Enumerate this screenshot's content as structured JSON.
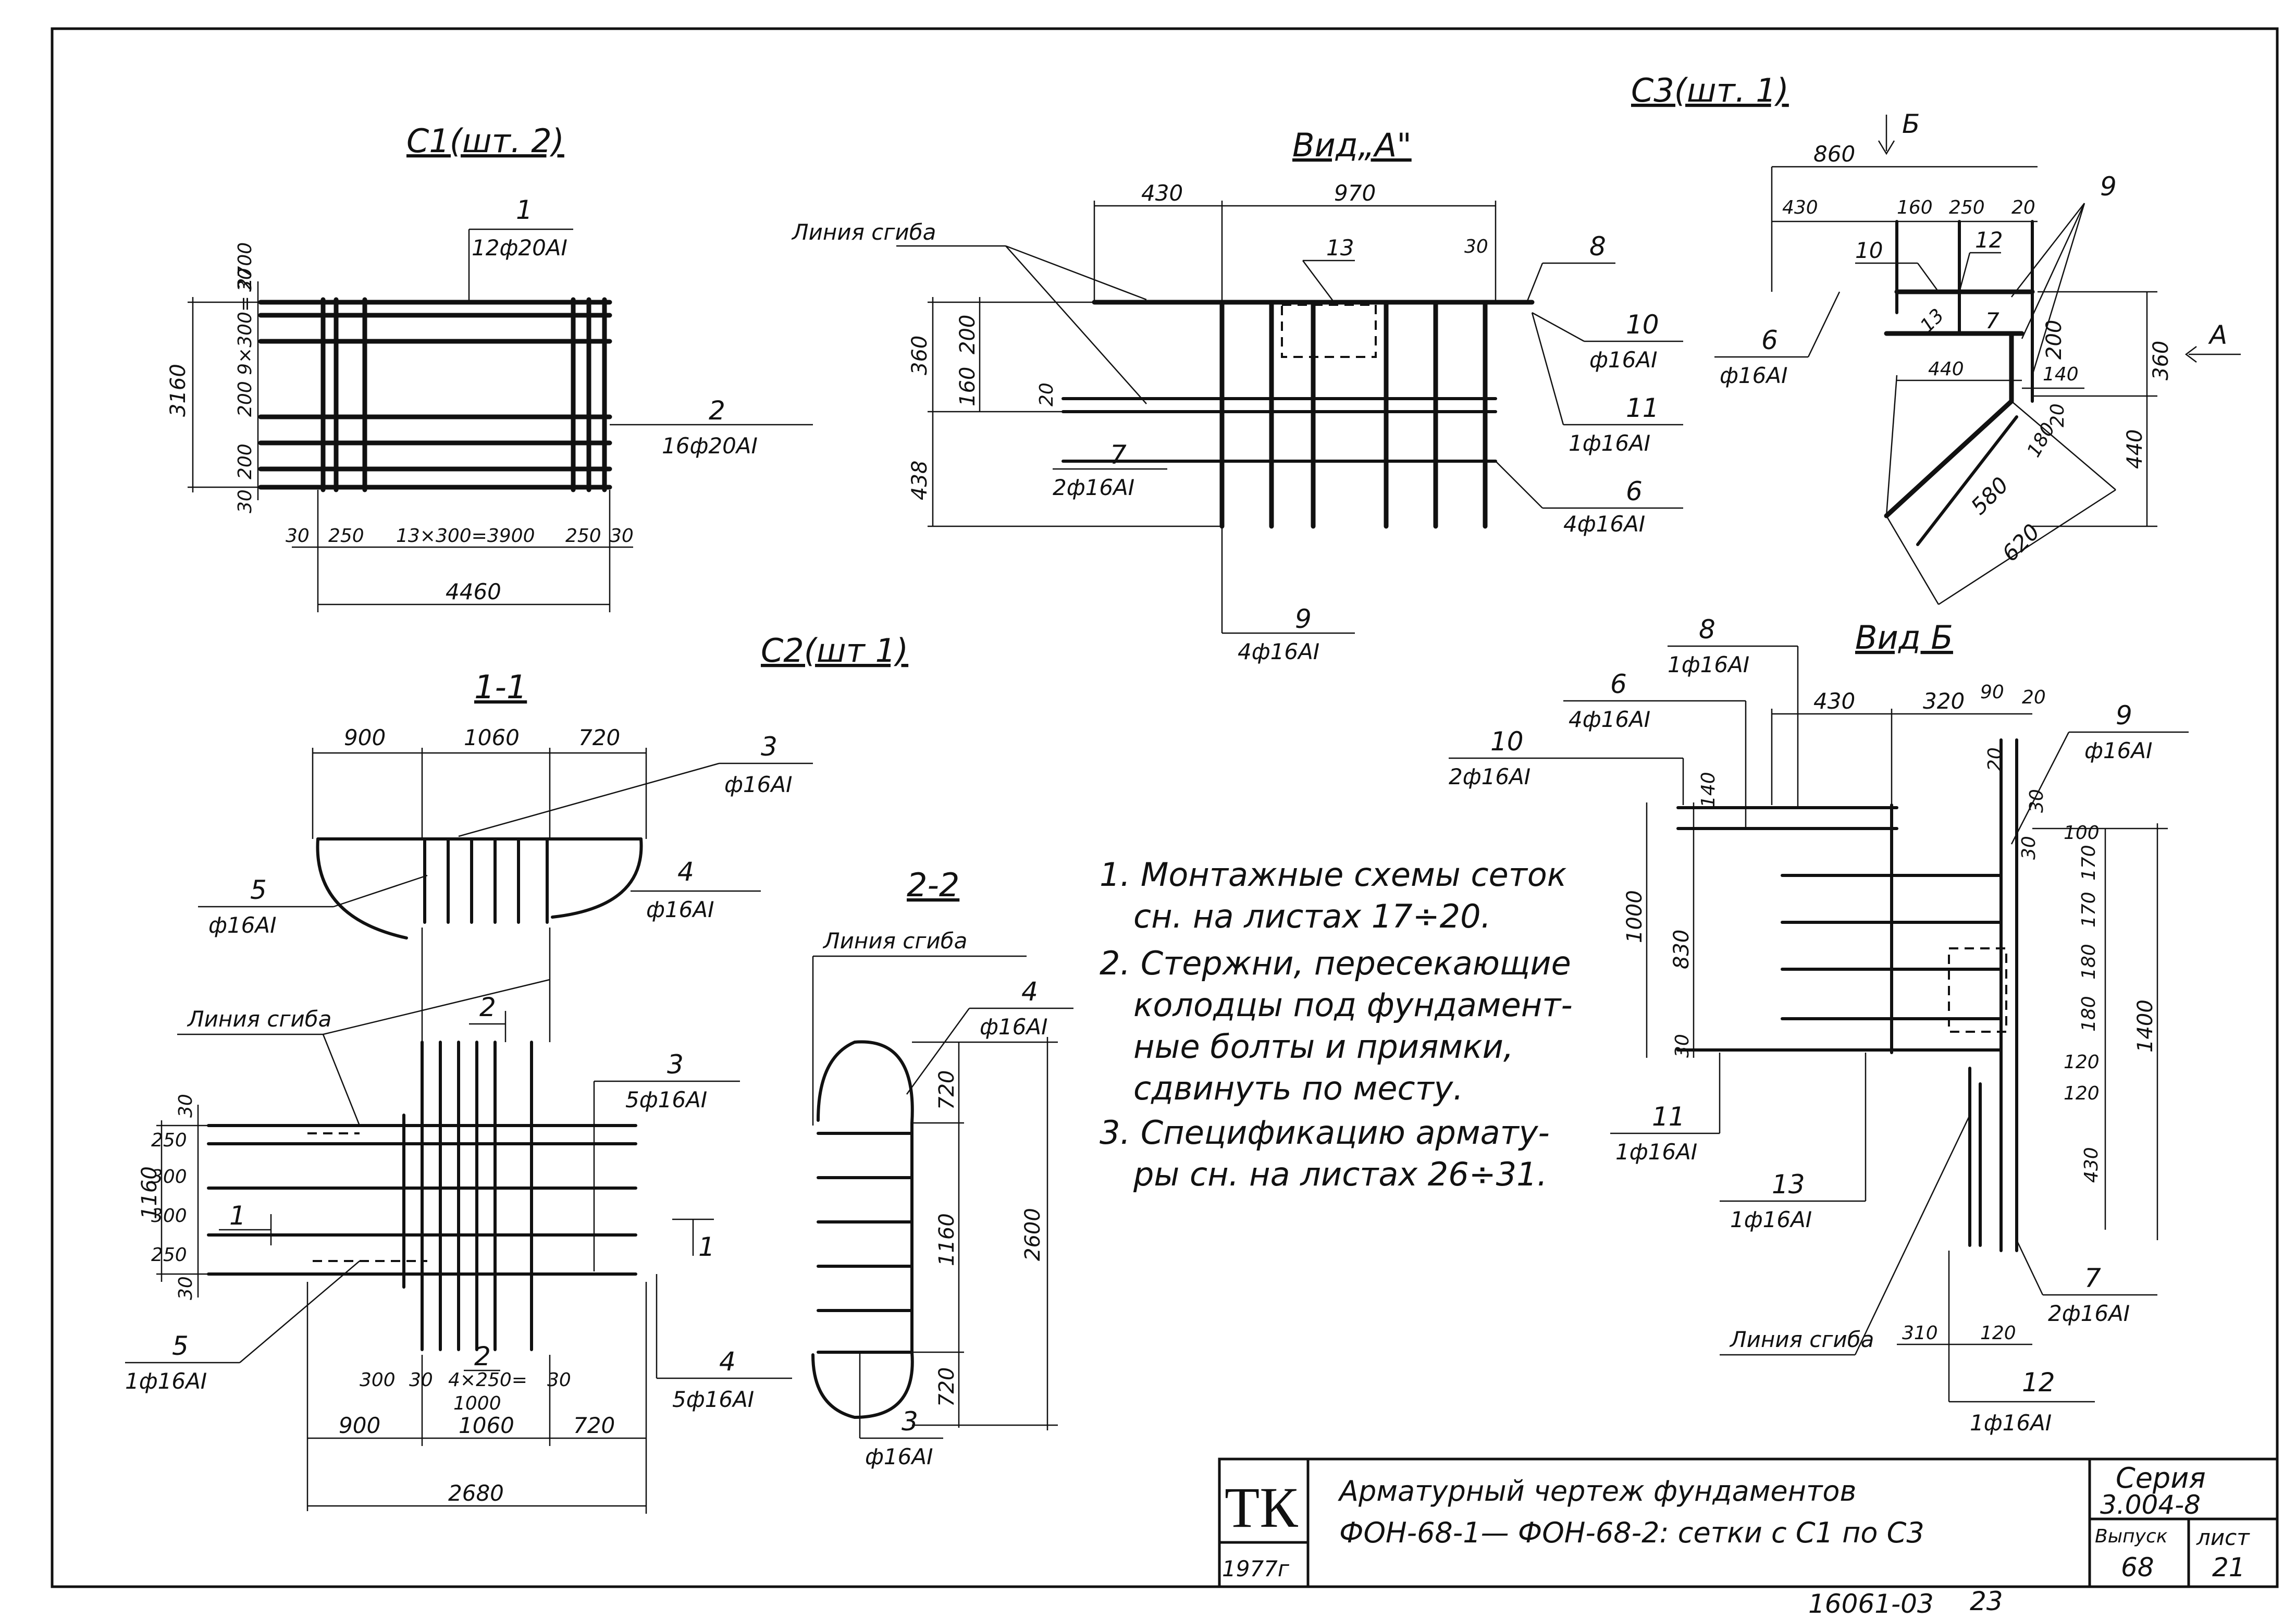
{
  "titles": {
    "c1": "С1(шт. 2)",
    "view_a": "Вид„А\"",
    "c3": "С3(шт. 1)",
    "c2": "С2(шт 1)",
    "sec11": "1-1",
    "sec22": "2-2",
    "view_b": "Вид Б",
    "arrow_b": "Б",
    "arrow_a": "А"
  },
  "c1": {
    "pos1_num": "1",
    "pos1_bars": "12ф20АI",
    "pos2_num": "2",
    "pos2_bars": "16ф20АI",
    "dim_h": "3160",
    "dim_v_top": "30",
    "dim_v_mid": "200 9×300= 2700",
    "dim_v_mid2": "200",
    "dim_v_bot": "30",
    "dim_b1": "30",
    "dim_b2": "250",
    "dim_b3": "13×300=3900",
    "dim_b4": "250",
    "dim_b5": "30",
    "dim_total": "4460"
  },
  "view_a": {
    "d430": "430",
    "d970": "970",
    "d30": "30",
    "d360": "360",
    "d200": "200",
    "d160": "160",
    "d20": "20",
    "d438": "438",
    "bend": "Линия сгиба",
    "p13": "13",
    "p8": "8",
    "p10_num": "10",
    "p10_bars": "ф16АI",
    "p11_num": "11",
    "p11_bars": "1ф16АI",
    "p7_num": "7",
    "p7_bars": "2ф16АI",
    "p6_num": "6",
    "p6_bars": "4ф16АI",
    "p9_num": "9",
    "p9_bars": "4ф16АI"
  },
  "c3": {
    "d860": "860",
    "d430": "430",
    "d160": "160",
    "d250": "250",
    "d20": "20",
    "p9": "9",
    "p10": "10",
    "p12": "12",
    "p13": "13",
    "p7": "7",
    "p6_num": "6",
    "p6_bars": "ф16АI",
    "d200": "200",
    "d360": "360",
    "d440": "440",
    "d140": "140",
    "d20b": "20",
    "d440b": "440",
    "d180": "180",
    "d580": "580",
    "d620": "620"
  },
  "sec11": {
    "d900": "900",
    "d1060": "1060",
    "d720": "720",
    "p3_num": "3",
    "p3_bars": "ф16АI",
    "p5_num": "5",
    "p5_bars": "ф16АI",
    "p4_num": "4",
    "p4_bars": "ф16АI"
  },
  "c2": {
    "bend": "Линия сгиба",
    "p3_num": "3",
    "p3_bars": "5ф16АI",
    "cut2": "2",
    "cut1": "1",
    "dim_h": "1160",
    "v30a": "30",
    "v250a": "250",
    "v300a": "300",
    "v300b": "300",
    "v250b": "250",
    "v30b": "30",
    "p5_num": "5",
    "p5_bars": "1ф16АI",
    "p4_num": "4",
    "p4_bars": "5ф16АI",
    "b300": "300",
    "b30": "30",
    "b4x250": "4×250=",
    "b1000": "1000",
    "b30b": "30",
    "b900": "900",
    "b1060": "1060",
    "b720": "720",
    "total": "2680"
  },
  "sec22": {
    "bend": "Линия сгиба",
    "p4_num": "4",
    "p4_bars": "ф16АI",
    "d720a": "720",
    "d1160": "1160",
    "d720b": "720",
    "d2600": "2600",
    "p3_num": "3",
    "p3_bars": "ф16АI"
  },
  "notes": [
    "1. Монтажные схемы сеток",
    "сн. на листах 17÷20.",
    "2. Стержни, пересекающие",
    "колодцы под фундамент-",
    "ные болты и приямки,",
    "сдвинуть по месту.",
    "3. Спецификацию армату-",
    "ры сн. на листах 26÷31."
  ],
  "view_b": {
    "p8_num": "8",
    "p8_bars": "1ф16АI",
    "p6_num": "6",
    "p6_bars": "4ф16АI",
    "p10_num": "10",
    "p10_bars": "2ф16АI",
    "p9_num": "9",
    "p9_bars": "ф16АI",
    "d430": "430",
    "d320": "320",
    "d90": "90",
    "d20": "20",
    "l140": "140",
    "l1000": "1000",
    "l830": "830",
    "l30": "30",
    "l20": "20",
    "r30": "30",
    "r100": "100",
    "r30b": "30",
    "r170": "170",
    "r170b": "170",
    "r180": "180",
    "r180b": "180",
    "r120": "120",
    "r120b": "120",
    "r430": "430",
    "r1400": "1400",
    "p11_num": "11",
    "p11_bars": "1ф16АI",
    "p13_num": "13",
    "p13_bars": "1ф16АI",
    "p7_num": "7",
    "p7_bars": "2ф16АI",
    "bend": "Линия сгиба",
    "d310": "310",
    "d120": "120",
    "p12_num": "12",
    "p12_bars": "1ф16АI"
  },
  "title_block": {
    "logo": "ТК",
    "year": "1977г",
    "title_line1": "Арматурный чертеж фундаментов",
    "title_line2": "ФОН-68-1— ФОН-68-2: сетки с С1 по С3",
    "series_label": "Серия",
    "series_value": "3.004-8",
    "issue_label": "Выпуск",
    "issue_value": "68",
    "sheet_label": "лист",
    "sheet_value": "21"
  },
  "footer": {
    "code": "16061-03",
    "page": "23"
  }
}
